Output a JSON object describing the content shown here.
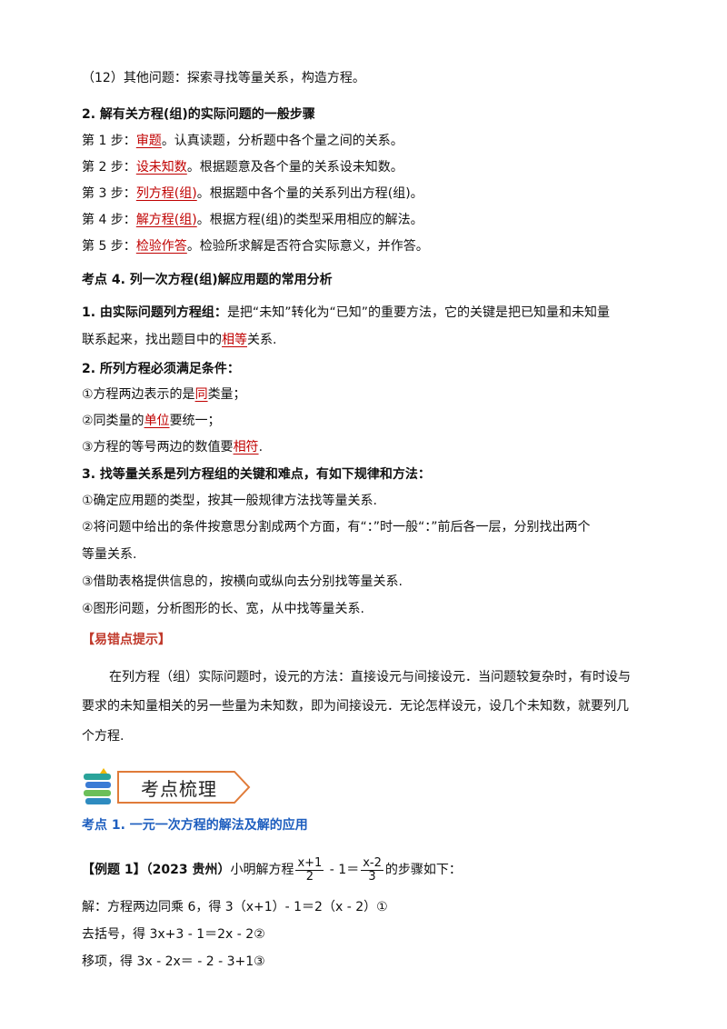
{
  "lines": {
    "l1": "（12）其他问题：探索寻找等量关系，构造方程。",
    "h1": "2. 解有关方程(组)的实际问题的一般步骤",
    "s1_pre": "第 1 步：",
    "s1_key": "审题",
    "s1_post": "。认真读题，分析题中各个量之间的关系。",
    "s2_pre": "第 2 步：",
    "s2_key": "设未知数",
    "s2_post": "。根据题意及各个量的关系设未知数。",
    "s3_pre": "第 3 步：",
    "s3_key": "列方程(组)",
    "s3_post": "。根据题中各个量的关系列出方程(组)。",
    "s4_pre": "第 4 步：",
    "s4_key": "解方程(组)",
    "s4_post": "。根据方程(组)的类型采用相应的解法。",
    "s5_pre": "第 5 步：",
    "s5_key": "检验作答",
    "s5_post": "。检验所求解是否符合实际意义，并作答。",
    "h2": "考点 4. 列一次方程(组)解应用题的常用分析",
    "p1_bold": "1. 由实际问题列方程组：",
    "p1_text": "是把“未知”转化为“已知”的重要方法，它的关键是把已知量和未知量",
    "p1b_pre": "联系起来，找出题目中的",
    "p1b_key": "相等",
    "p1b_post": "关系.",
    "p2": "2. 所列方程必须满足条件：",
    "c1_pre": "①方程两边表示的是",
    "c1_key": "同",
    "c1_post": "类量；",
    "c2_pre": "②同类量的",
    "c2_key": "单位",
    "c2_post": "要统一；",
    "c3_pre": "③方程的等号两边的数值要",
    "c3_key": "相符",
    "c3_post": ".",
    "p3": "3. 找等量关系是列方程组的关键和难点，有如下规律和方法：",
    "m1": "①确定应用题的类型，按其一般规律方法找等量关系.",
    "m2a": "②将问题中给出的条件按意思分割成两个方面，有“：”时一般“：”前后各一层，分别找出两个",
    "m2b": "等量关系.",
    "m3": "③借助表格提供信息的，按横向或纵向去分别找等量关系.",
    "m4": "④图形问题，分析图形的长、宽，从中找等量关系.",
    "tip_title": "【易错点提示】",
    "tip1": "在列方程（组）实际问题时，设元的方法：直接设元与间接设元．当问题较复杂时，有时设与",
    "tip2": "要求的未知量相关的另一些量为未知数，即为间接设元．无论怎样设元，设几个未知数，就要列几",
    "tip3": "个方程."
  },
  "banner": {
    "title": "考点梳理"
  },
  "section": {
    "title": "考点 1. 一元一次方程的解法及解的应用"
  },
  "example": {
    "label": "【例题 1】（2023 贵州）",
    "text_pre": "小明解方程",
    "frac1_num": "x+1",
    "frac1_den": "2",
    "mid": " - 1＝",
    "frac2_num": "x-2",
    "frac2_den": "3",
    "text_post": "的步骤如下：",
    "step1": "解：方程两边同乘 6，得 3（x+1）- 1＝2（x - 2）①",
    "step2": "去括号，得 3x+3 - 1＝2x - 2②",
    "step3": "移项，得 3x - 2x＝ - 2 - 3+1③"
  },
  "colors": {
    "accent_red": "#c00000",
    "section_blue": "#1f5fbf",
    "tip_red": "#c0392b"
  }
}
